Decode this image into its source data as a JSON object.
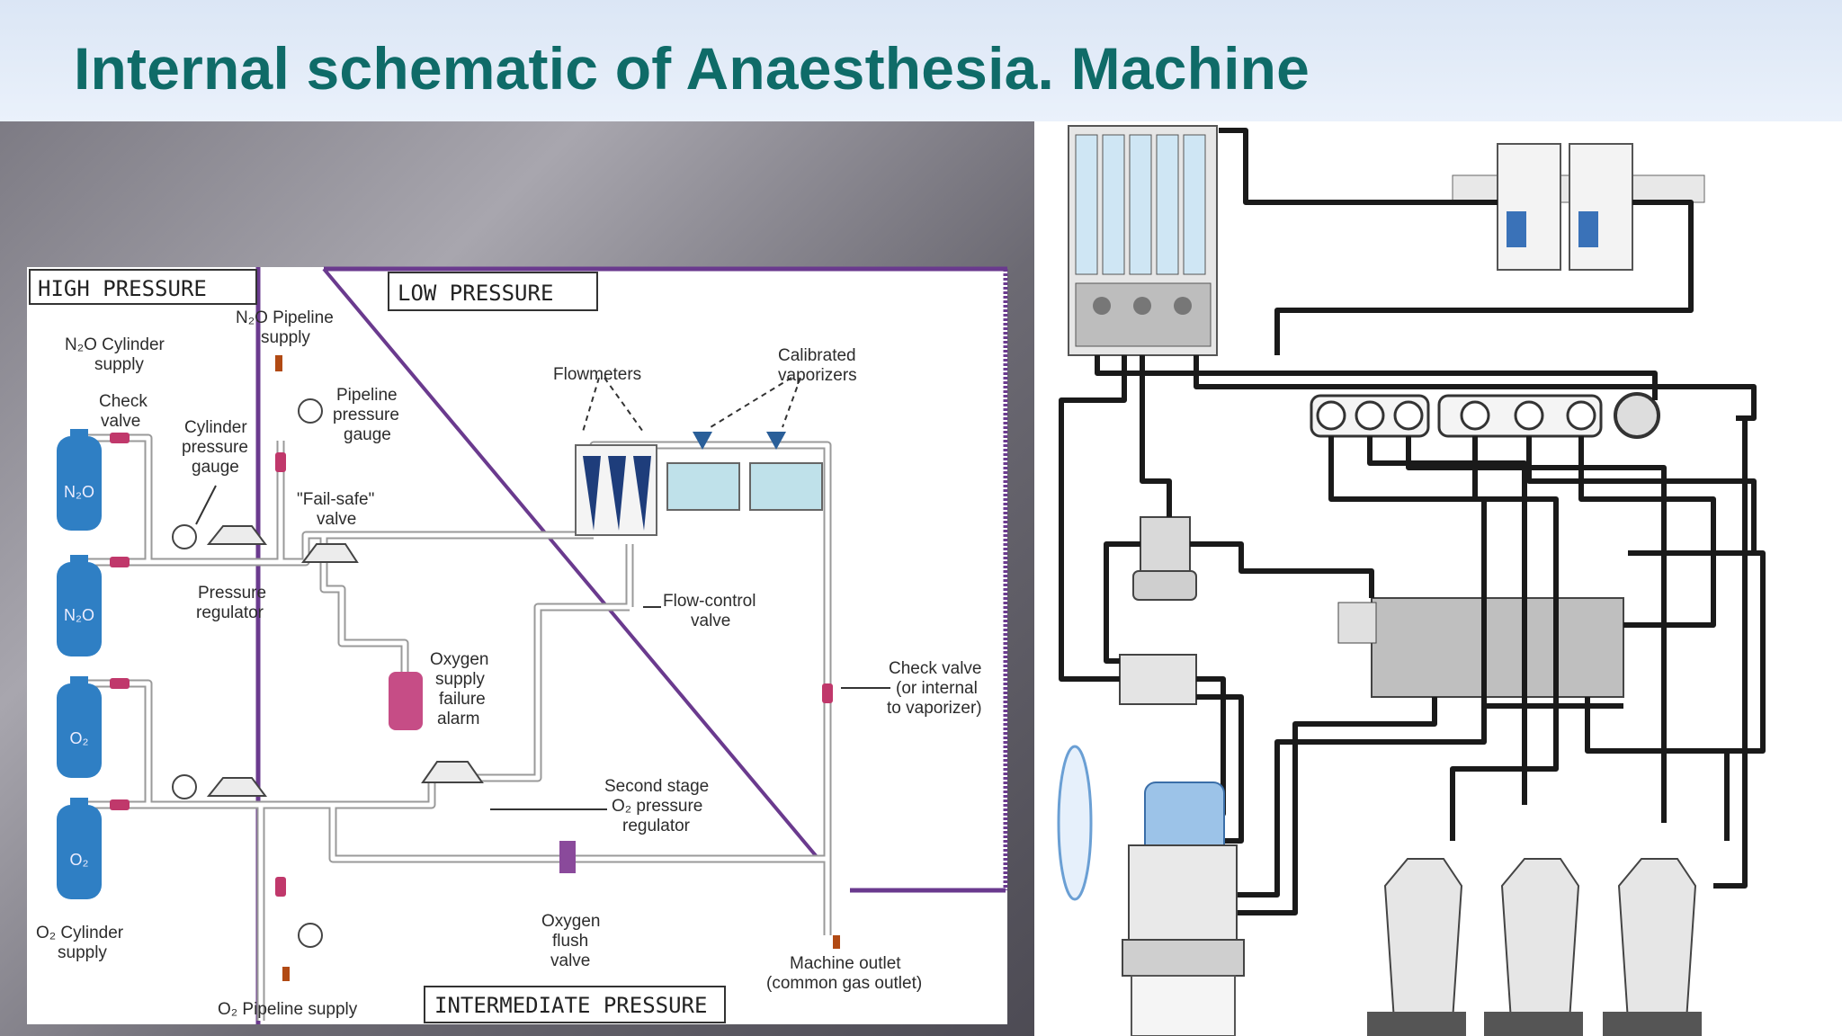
{
  "page": {
    "title": "Internal schematic of Anaesthesia. Machine"
  },
  "schematic": {
    "zones": {
      "high": "HIGH PRESSURE",
      "low": "LOW PRESSURE",
      "intermediate": "INTERMEDIATE PRESSURE"
    },
    "labels": {
      "n2o_pipeline_1": "N₂O Pipeline",
      "n2o_pipeline_2": "supply",
      "n2o_cyl_1": "N₂O Cylinder",
      "n2o_cyl_2": "supply",
      "check_valve_1": "Check",
      "check_valve_2": "valve",
      "cyl_gauge_1": "Cylinder",
      "cyl_gauge_2": "pressure",
      "cyl_gauge_3": "gauge",
      "pipe_gauge_1": "Pipeline",
      "pipe_gauge_2": "pressure",
      "pipe_gauge_3": "gauge",
      "failsafe_1": "\"Fail-safe\"",
      "failsafe_2": "valve",
      "flowmeters": "Flowmeters",
      "vaporizers_1": "Calibrated",
      "vaporizers_2": "vaporizers",
      "pressure_reg_1": "Pressure",
      "pressure_reg_2": "regulator",
      "flow_control_1": "Flow-control",
      "flow_control_2": "valve",
      "o2_alarm_1": "Oxygen",
      "o2_alarm_2": "supply",
      "o2_alarm_3": "failure",
      "o2_alarm_4": "alarm",
      "check_vap_1": "Check valve",
      "check_vap_2": "(or internal",
      "check_vap_3": "to vaporizer)",
      "second_stage_1": "Second stage",
      "second_stage_2": "O₂ pressure",
      "second_stage_3": "regulator",
      "o2_flush_1": "Oxygen",
      "o2_flush_2": "flush",
      "o2_flush_3": "valve",
      "o2_cyl_1": "O₂ Cylinder",
      "o2_cyl_2": "supply",
      "o2_pipeline": "O₂ Pipeline supply",
      "outlet_1": "Machine outlet",
      "outlet_2": "(common gas outlet)",
      "cyl_n2o": "N₂O",
      "cyl_o2": "O₂"
    }
  }
}
